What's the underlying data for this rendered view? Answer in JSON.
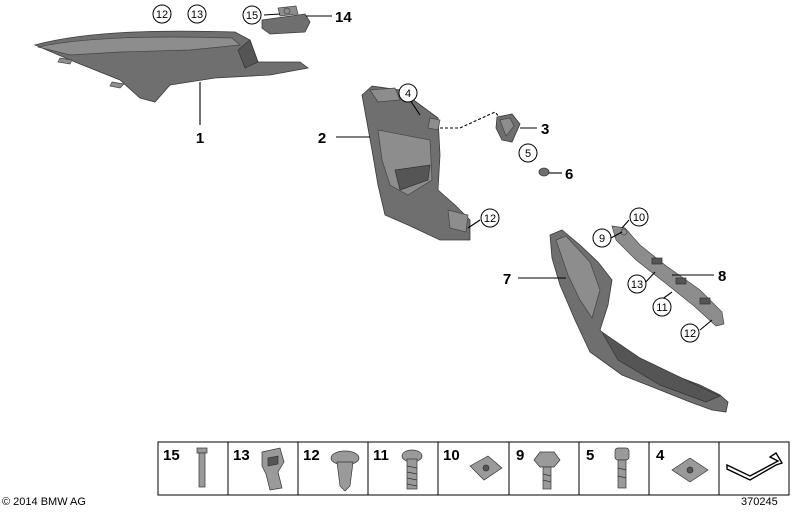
{
  "callouts": {
    "c1": "1",
    "c2": "2",
    "c3": "3",
    "c4": "4",
    "c5": "5",
    "c6": "6",
    "c7": "7",
    "c8": "8",
    "c9": "9",
    "c10": "10",
    "c11": "11",
    "c12a": "12",
    "c12b": "12",
    "c12c": "12",
    "c13a": "13",
    "c13b": "13",
    "c14": "14",
    "c15": "15"
  },
  "fastener_strip": [
    "15",
    "13",
    "12",
    "11",
    "10",
    "9",
    "5",
    "4"
  ],
  "footer": {
    "copyright": "© 2014 BMW AG",
    "diagram_number": "370245"
  }
}
